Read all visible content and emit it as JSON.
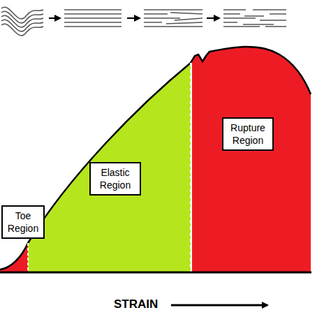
{
  "diagram": {
    "nodes": [
      {
        "text": [
          "Toe Region"
        ]
      },
      {
        "text": [
          "Elastic Region"
        ]
      },
      {
        "text": [
          "Rupture Region"
        ]
      }
    ],
    "labels": [
      "STRAIN"
    ]
  }
}
